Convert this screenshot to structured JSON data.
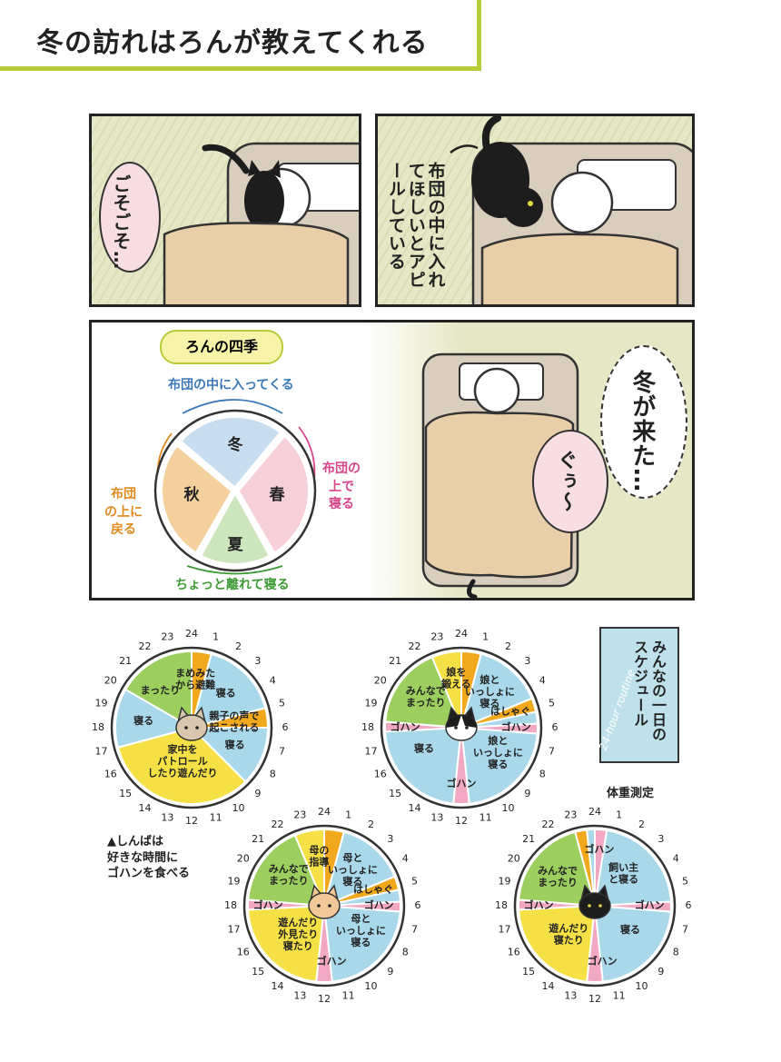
{
  "header": {
    "title": "冬の訪れはろんが教えてくれる"
  },
  "panel1": {
    "sound": "ごそごそ…"
  },
  "panel2": {
    "caption": "布団の中に入れてほしいとアピールしている"
  },
  "panel3": {
    "heading": "ろんの四季",
    "seasons": {
      "winter": "冬",
      "spring": "春",
      "summer": "夏",
      "autumn": "秋"
    },
    "labels": {
      "top": "布団の中に入ってくる",
      "right": [
        "布団の",
        "上で",
        "寝る"
      ],
      "bottom": "ちょっと離れて寝る",
      "left": [
        "布団",
        "の上に",
        "戻る"
      ]
    },
    "thought": "冬が来た…",
    "sleep_sound": "ぐぅ〜"
  },
  "schedule_box": {
    "title": "みんなの一日のスケジュール",
    "subtitle": "24-hour routine"
  },
  "note": {
    "lines": [
      "▲しんばは",
      "好きな時間に",
      "ゴハンを食べる"
    ]
  },
  "weight_label": "体重測定",
  "colors": {
    "blue": "#a8d8ea",
    "pink": "#f2a7c3",
    "green": "#9ccf5e",
    "yellow": "#f5e145",
    "orange": "#f2a81d",
    "accent": "#b8cc3a"
  },
  "clocks": [
    {
      "id": "clock-1",
      "face_icon": "shinba-cat-icon",
      "numbers": [
        "24",
        "1",
        "2",
        "3",
        "4",
        "5",
        "6",
        "7",
        "8",
        "9",
        "10",
        "11",
        "12",
        "13",
        "14",
        "15",
        "16",
        "17",
        "18",
        "19",
        "20",
        "21",
        "22",
        "23"
      ],
      "segments": [
        {
          "start": 0,
          "end": 1,
          "color": "#f2a81d",
          "label": ""
        },
        {
          "start": 1,
          "end": 5,
          "color": "#a8d8ea",
          "label": "寝る"
        },
        {
          "start": 5,
          "end": 6,
          "color": "#f2a81d",
          "label": ""
        },
        {
          "start": 6,
          "end": 9,
          "color": "#a8d8ea",
          "label": "寝る"
        },
        {
          "start": 9,
          "end": 17,
          "color": "#f5e145",
          "label": ""
        },
        {
          "start": 17,
          "end": 20,
          "color": "#a8d8ea",
          "label": "寝る"
        },
        {
          "start": 20,
          "end": 24,
          "color": "#9ccf5e",
          "label": ""
        }
      ],
      "texts": [
        {
          "hour": 0.3,
          "r": 0.62,
          "text": [
            "まめみた",
            "から避難"
          ]
        },
        {
          "hour": 3,
          "r": 0.62,
          "text": [
            "寝る"
          ]
        },
        {
          "hour": 5.5,
          "r": 0.55,
          "text": [
            "親子の声で",
            "起こされる"
          ]
        },
        {
          "hour": 7.5,
          "r": 0.6,
          "text": [
            "寝る"
          ]
        },
        {
          "hour": 13,
          "r": 0.45,
          "text": [
            "家中を",
            "パトロール",
            "したり遊んだり"
          ]
        },
        {
          "hour": 18.5,
          "r": 0.62,
          "text": [
            "寝る"
          ]
        },
        {
          "hour": 21.3,
          "r": 0.62,
          "text": [
            "まったり"
          ]
        }
      ]
    },
    {
      "id": "clock-2",
      "face_icon": "hachiware-cat-icon",
      "numbers": [
        "24",
        "1",
        "2",
        "3",
        "4",
        "5",
        "6",
        "7",
        "8",
        "9",
        "10",
        "11",
        "12",
        "13",
        "14",
        "15",
        "16",
        "17",
        "18",
        "19",
        "20",
        "21",
        "22",
        "23"
      ],
      "segments": [
        {
          "start": 0,
          "end": 1,
          "color": "#f2a81d",
          "label": ""
        },
        {
          "start": 1,
          "end": 4.5,
          "color": "#a8d8ea",
          "label": ""
        },
        {
          "start": 4.5,
          "end": 5.2,
          "color": "#f2a81d",
          "label": ""
        },
        {
          "start": 5.2,
          "end": 5.8,
          "color": "#a8d8ea",
          "label": ""
        },
        {
          "start": 5.8,
          "end": 6.3,
          "color": "#f2a7c3",
          "label": ""
        },
        {
          "start": 6.3,
          "end": 11.6,
          "color": "#a8d8ea",
          "label": ""
        },
        {
          "start": 11.6,
          "end": 12.4,
          "color": "#f2a7c3",
          "label": ""
        },
        {
          "start": 12.4,
          "end": 17.8,
          "color": "#a8d8ea",
          "label": ""
        },
        {
          "start": 17.8,
          "end": 18.3,
          "color": "#f2a7c3",
          "label": ""
        },
        {
          "start": 18.3,
          "end": 22.5,
          "color": "#9ccf5e",
          "label": ""
        },
        {
          "start": 22.5,
          "end": 24,
          "color": "#f5e145",
          "label": ""
        }
      ],
      "texts": [
        {
          "hour": 23.6,
          "r": 0.63,
          "text": [
            "娘を",
            "鍛える"
          ]
        },
        {
          "hour": 2.6,
          "r": 0.58,
          "text": [
            "娘と",
            "いっしょに",
            "寝る"
          ]
        },
        {
          "hour": 4.8,
          "r": 0.66,
          "text": [
            "はしゃぐ"
          ]
        },
        {
          "hour": 6,
          "r": 0.7,
          "text": [
            "ゴハン"
          ]
        },
        {
          "hour": 8.3,
          "r": 0.57,
          "text": [
            "娘と",
            "いっしょに",
            "寝る"
          ]
        },
        {
          "hour": 12,
          "r": 0.72,
          "text": [
            "ゴハン"
          ]
        },
        {
          "hour": 16,
          "r": 0.55,
          "text": [
            "寝る"
          ]
        },
        {
          "hour": 18,
          "r": 0.72,
          "text": [
            "ゴハン"
          ]
        },
        {
          "hour": 20.7,
          "r": 0.6,
          "text": [
            "みんなで",
            "まったり"
          ]
        }
      ]
    },
    {
      "id": "clock-3",
      "face_icon": "shiba-dog-icon",
      "numbers": [
        "24",
        "1",
        "2",
        "3",
        "4",
        "5",
        "6",
        "7",
        "8",
        "9",
        "10",
        "11",
        "12",
        "13",
        "14",
        "15",
        "16",
        "17",
        "18",
        "19",
        "20",
        "21",
        "22",
        "23"
      ],
      "segments": [
        {
          "start": 0,
          "end": 1,
          "color": "#f2a81d",
          "label": ""
        },
        {
          "start": 1,
          "end": 4.5,
          "color": "#a8d8ea",
          "label": ""
        },
        {
          "start": 4.5,
          "end": 5.2,
          "color": "#f2a81d",
          "label": ""
        },
        {
          "start": 5.2,
          "end": 5.8,
          "color": "#a8d8ea",
          "label": ""
        },
        {
          "start": 5.8,
          "end": 6.3,
          "color": "#f2a7c3",
          "label": ""
        },
        {
          "start": 6.3,
          "end": 11.6,
          "color": "#a8d8ea",
          "label": ""
        },
        {
          "start": 11.6,
          "end": 12.4,
          "color": "#f2a7c3",
          "label": ""
        },
        {
          "start": 12.4,
          "end": 17.8,
          "color": "#f5e145",
          "label": ""
        },
        {
          "start": 17.8,
          "end": 18.3,
          "color": "#f2a7c3",
          "label": ""
        },
        {
          "start": 18.3,
          "end": 22.5,
          "color": "#9ccf5e",
          "label": ""
        },
        {
          "start": 22.5,
          "end": 24,
          "color": "#f5e145",
          "label": ""
        }
      ],
      "texts": [
        {
          "hour": 23.6,
          "r": 0.63,
          "text": [
            "母の",
            "指導"
          ]
        },
        {
          "hour": 2.6,
          "r": 0.58,
          "text": [
            "母と",
            "いっしょに",
            "寝る"
          ]
        },
        {
          "hour": 4.8,
          "r": 0.66,
          "text": [
            "はしゃぐ"
          ]
        },
        {
          "hour": 6,
          "r": 0.7,
          "text": [
            "ゴハン"
          ]
        },
        {
          "hour": 8.3,
          "r": 0.57,
          "text": [
            "母と",
            "いっしょに",
            "寝る"
          ]
        },
        {
          "hour": 11.5,
          "r": 0.72,
          "text": [
            "ゴハン"
          ]
        },
        {
          "hour": 14.8,
          "r": 0.5,
          "text": [
            "遊んだり",
            "外見たり",
            "寝たり"
          ]
        },
        {
          "hour": 18,
          "r": 0.72,
          "text": [
            "ゴハン"
          ]
        },
        {
          "hour": 20.7,
          "r": 0.6,
          "text": [
            "みんなで",
            "まったり"
          ]
        }
      ]
    },
    {
      "id": "clock-4",
      "face_icon": "black-cat-icon",
      "numbers": [
        "24",
        "1",
        "2",
        "3",
        "4",
        "5",
        "6",
        "7",
        "8",
        "9",
        "10",
        "11",
        "12",
        "13",
        "14",
        "15",
        "16",
        "17",
        "18",
        "19",
        "20",
        "21",
        "22",
        "23"
      ],
      "segments": [
        {
          "start": 23,
          "end": 23.6,
          "color": "#f2a81d",
          "label": ""
        },
        {
          "start": 23.6,
          "end": 24,
          "color": "#a8d8ea",
          "label": ""
        },
        {
          "start": 0,
          "end": 0.6,
          "color": "#f2a7c3",
          "label": ""
        },
        {
          "start": 0.6,
          "end": 5.8,
          "color": "#a8d8ea",
          "label": ""
        },
        {
          "start": 5.8,
          "end": 6.3,
          "color": "#f2a7c3",
          "label": ""
        },
        {
          "start": 6.3,
          "end": 11.6,
          "color": "#a8d8ea",
          "label": ""
        },
        {
          "start": 11.6,
          "end": 12.4,
          "color": "#f2a7c3",
          "label": ""
        },
        {
          "start": 12.4,
          "end": 17.8,
          "color": "#f5e145",
          "label": ""
        },
        {
          "start": 17.8,
          "end": 18.3,
          "color": "#f2a7c3",
          "label": ""
        },
        {
          "start": 18.3,
          "end": 23,
          "color": "#9ccf5e",
          "label": ""
        }
      ],
      "texts": [
        {
          "hour": 0.3,
          "r": 0.72,
          "text": [
            "ゴハン"
          ]
        },
        {
          "hour": 2.8,
          "r": 0.55,
          "text": [
            "飼い主",
            "と寝る"
          ]
        },
        {
          "hour": 6,
          "r": 0.7,
          "text": [
            "ゴハン"
          ]
        },
        {
          "hour": 8.3,
          "r": 0.55,
          "text": [
            "寝る"
          ]
        },
        {
          "hour": 11.5,
          "r": 0.72,
          "text": [
            "ゴハン"
          ]
        },
        {
          "hour": 14.8,
          "r": 0.5,
          "text": [
            "遊んだり",
            "寝たり"
          ]
        },
        {
          "hour": 18,
          "r": 0.72,
          "text": [
            "ゴハン"
          ]
        },
        {
          "hour": 20.5,
          "r": 0.6,
          "text": [
            "みんなで",
            "まったり"
          ]
        }
      ]
    }
  ]
}
